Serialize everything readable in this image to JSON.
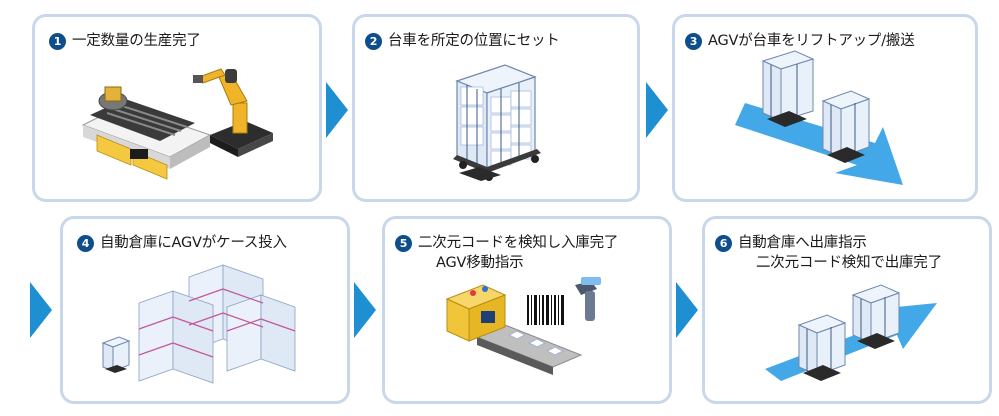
{
  "steps": [
    {
      "number": "1",
      "line1": "一定数量の生産完了",
      "line2": ""
    },
    {
      "number": "2",
      "line1": "台車を所定の位置にセット",
      "line2": ""
    },
    {
      "number": "3",
      "line1": "AGVが台車をリフトアップ/搬送",
      "line2": ""
    },
    {
      "number": "4",
      "line1": "自動倉庫にAGVがケース投入",
      "line2": ""
    },
    {
      "number": "5",
      "line1": "二次元コードを検知し入庫完了",
      "line2": "AGV移動指示"
    },
    {
      "number": "6",
      "line1": "自動倉庫へ出庫指示",
      "line2": "二次元コード検知で出庫完了"
    }
  ],
  "colors": {
    "card_border": "#c9d7ea",
    "arrow": "#1e8fd0",
    "badge": "#0e4e8c",
    "path": "#2f9fe6"
  }
}
